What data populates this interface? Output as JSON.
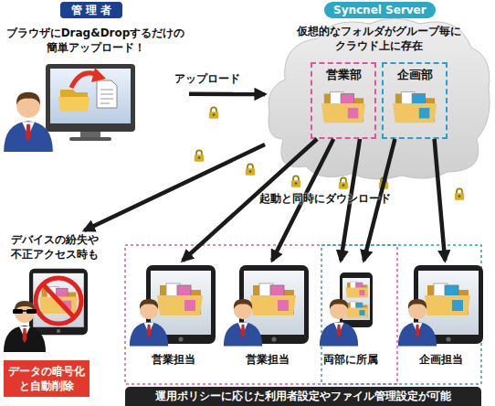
{
  "diagram": {
    "caption": "運用ポリシーに応じた利用者設定やファイル管理設定が可能",
    "nodes": [
      {
        "text": [
          "管 理 者",
          "ブラウザにDrag&Dropするだけの 簡単アップロード！"
        ]
      },
      {
        "text": [
          "Syncnel Server",
          "仮想的なフォルダがグループ毎に クラウド上に存在"
        ]
      },
      {
        "text": [
          "営業部"
        ],
        "in": 1
      },
      {
        "text": [
          "企画部"
        ],
        "in": 1
      },
      {
        "text": [
          "デバイスの紛失や 不正アクセス時も",
          "データの暗号化 と自動削除"
        ]
      },
      {
        "text": [
          "営業担当"
        ]
      },
      {
        "text": [
          "営業担当"
        ]
      },
      {
        "text": [
          "両部に所属"
        ]
      },
      {
        "text": [
          "企画担当"
        ]
      }
    ],
    "edges": [
      {
        "from": 0,
        "to": 1,
        "label": "アップロード",
        "arrow": "to"
      },
      {
        "from": 1,
        "to": 4,
        "arrow": "to"
      },
      {
        "from": 2,
        "to": 5,
        "arrow": "to"
      },
      {
        "from": 2,
        "to": 6,
        "arrow": "to"
      },
      {
        "from": 2,
        "to": 7,
        "arrow": "to"
      },
      {
        "from": 3,
        "to": 7,
        "arrow": "to"
      },
      {
        "from": 3,
        "to": 8,
        "arrow": "to"
      }
    ],
    "labels": [
      "起動と同時にダウンロード"
    ]
  }
}
